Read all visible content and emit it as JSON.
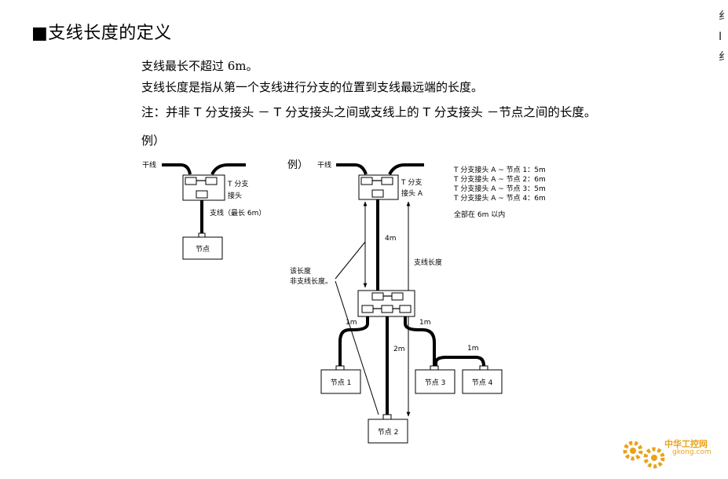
{
  "heading": "■支线长度的定义",
  "paragraphs": [
    "支线最长不超过 6m。",
    "支线长度是指从第一个支线进行分支的位置到支线最远端的长度。",
    "注：并非 T 分支接头 － T 分支接头之间或支线上的 T 分支接头 －节点之间的长度。"
  ],
  "example_label": "例）",
  "left_diagram": {
    "trunk_label": "干线",
    "tap_label_line1": "T 分支",
    "tap_label_line2": "接头",
    "branch_label": "支线（最长 6m）",
    "node_label": "节点"
  },
  "right_diagram": {
    "example_label": "例）",
    "trunk_label": "干线",
    "tap_label_line1": "T 分支",
    "tap_label_line2": "接头 A",
    "segment_4m": "4m",
    "branch_length_label": "支线长度",
    "note_line1": "该长度",
    "note_line2": "非支线长度。",
    "seg_1m_left": "1m",
    "seg_2m": "2m",
    "seg_1m_right": "1m",
    "seg_1m_far": "1m",
    "node1": "节点 1",
    "node2": "节点 2",
    "node3": "节点 3",
    "node4": "节点 4",
    "summary": [
      "T 分支接头 A ~ 节点 1：5m",
      "T 分支接头 A ~ 节点 2：6m",
      "T 分支接头 A ~ 节点 3：5m",
      "T 分支接头 A ~ 节点 4：6m"
    ],
    "summary_total": "全部在 6m 以内"
  },
  "edge_glyphs": [
    "纟",
    "I",
    "纟"
  ],
  "watermark": {
    "title": "中华工控网",
    "url": "gkong.com",
    "color": "#e8a21a"
  }
}
